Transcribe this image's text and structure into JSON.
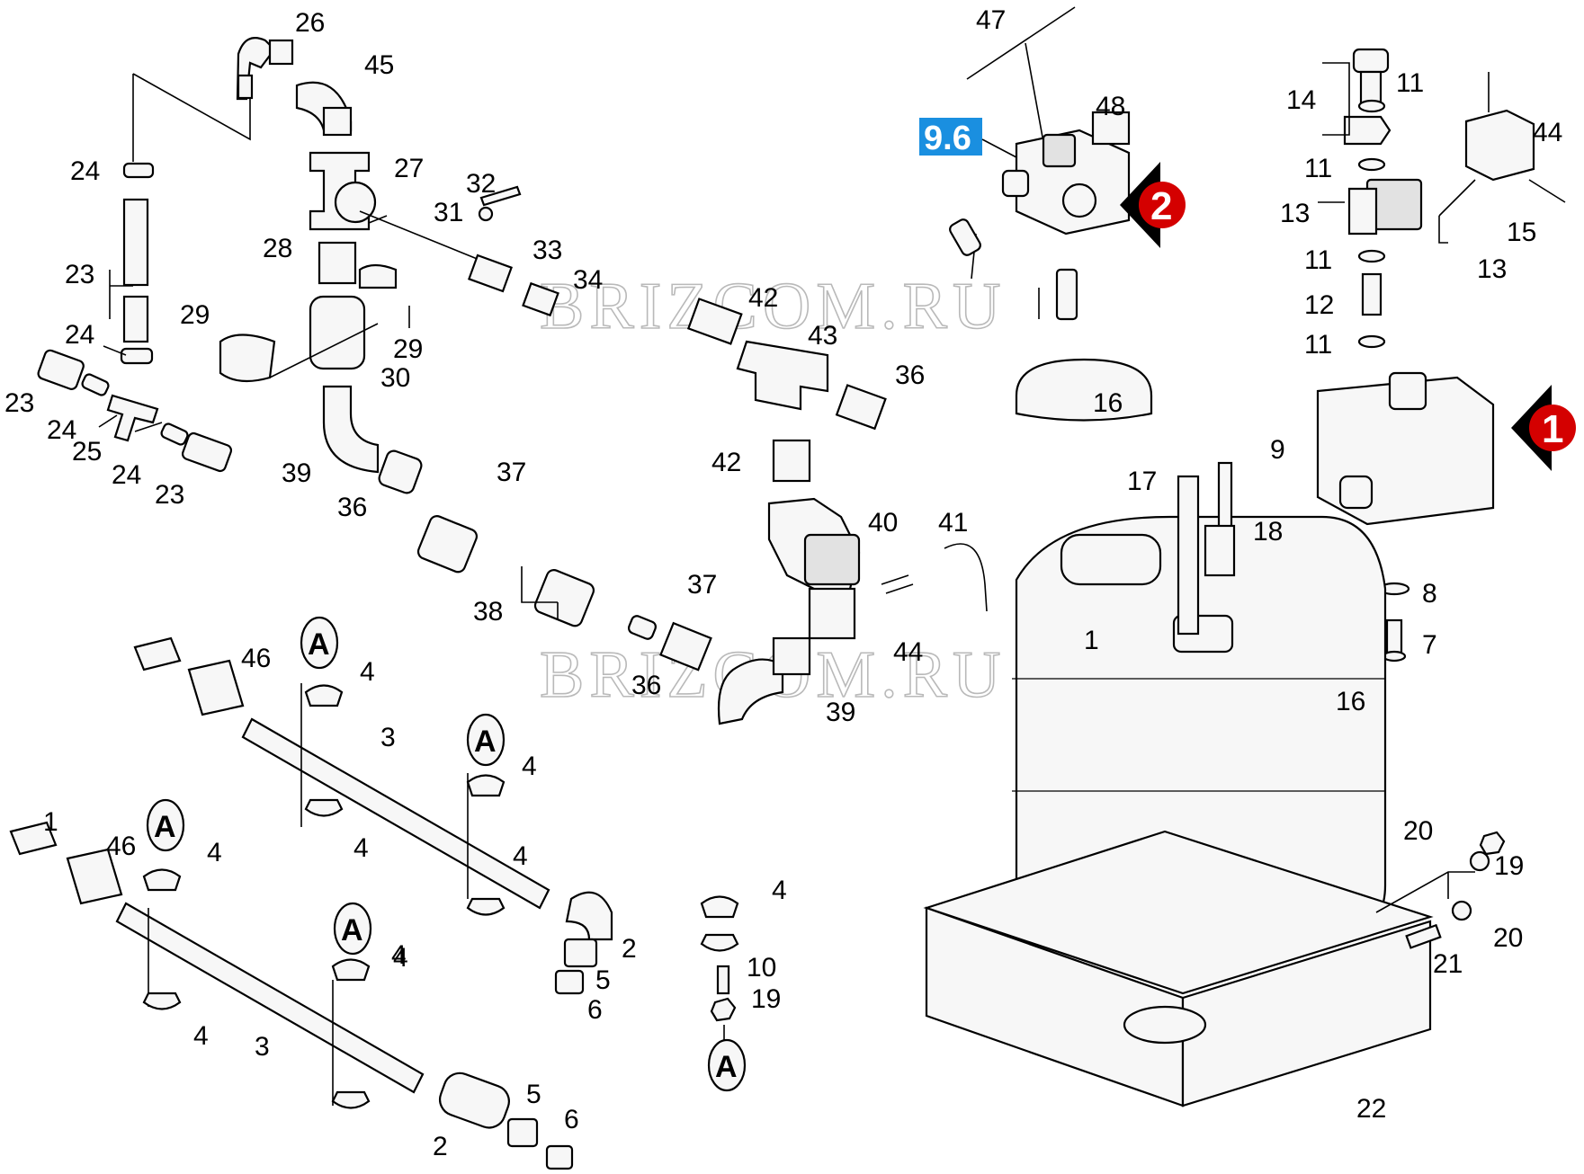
{
  "watermark": "BRIZCOM.RU",
  "group_tag": "9.6",
  "markers": [
    "1",
    "2"
  ],
  "reference_letter": "A",
  "colors": {
    "tag_blue": "#1a8fe0",
    "marker_red": "#d40000",
    "watermark_gray": "#b9b9b9"
  },
  "labels": [
    "26",
    "45",
    "47",
    "48",
    "24",
    "27",
    "32",
    "31",
    "33",
    "34",
    "42",
    "43",
    "36",
    "28",
    "29",
    "29",
    "30",
    "39",
    "36",
    "37",
    "38",
    "37",
    "42",
    "40",
    "41",
    "44",
    "39",
    "36",
    "23",
    "24",
    "23",
    "24",
    "25",
    "24",
    "23",
    "14",
    "11",
    "44",
    "11",
    "13",
    "13",
    "15",
    "11",
    "12",
    "11",
    "16",
    "9",
    "17",
    "18",
    "8",
    "7",
    "16",
    "1",
    "46",
    "4",
    "3",
    "4",
    "4",
    "4",
    "1",
    "46",
    "4",
    "4",
    "3",
    "4",
    "2",
    "5",
    "6",
    "2",
    "5",
    "6",
    "4",
    "10",
    "19",
    "4",
    "20",
    "19",
    "20",
    "21",
    "22"
  ]
}
